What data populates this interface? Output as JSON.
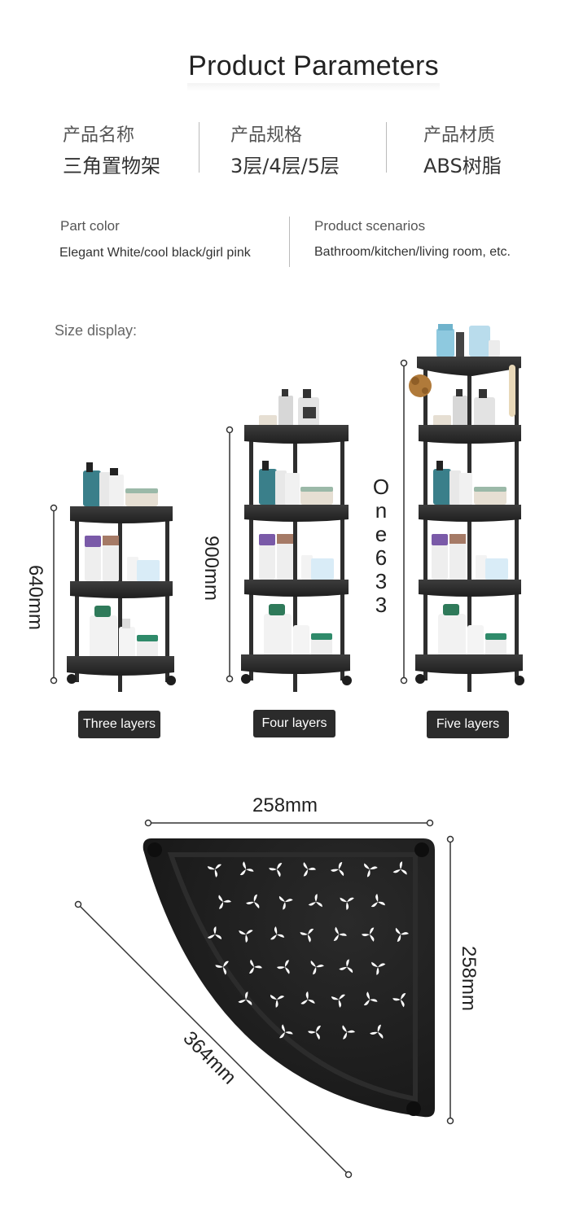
{
  "title": "Product Parameters",
  "specs": [
    {
      "label": "产品名称",
      "value": "三角置物架"
    },
    {
      "label": "产品规格",
      "value": "3层/4层/5层"
    },
    {
      "label": "产品材质",
      "value": "ABS树脂"
    }
  ],
  "details": [
    {
      "label": "Part color",
      "value": "Elegant White/cool black/girl pink"
    },
    {
      "label": "Product scenarios",
      "value": "Bathroom/kitchen/living room, etc."
    }
  ],
  "size_display": {
    "label": "Size display:",
    "racks": [
      {
        "name": "Three layers",
        "height": "640mm",
        "layers": 3
      },
      {
        "name": "Four layers",
        "height": "900mm",
        "layers": 4
      },
      {
        "name": "Five layers",
        "height_chars": [
          "O",
          "n",
          "e",
          "6",
          "3",
          "3"
        ],
        "layers": 5
      }
    ]
  },
  "shelf_dimensions": {
    "top": "258mm",
    "right": "258mm",
    "diagonal": "364mm"
  },
  "colors": {
    "rack": "#2e2e2e",
    "pill": "#2b2b2b",
    "teal_bottle": "#3a7f8a",
    "purple_bottle": "#7a5aa8",
    "green_cap": "#2f7a5a"
  }
}
